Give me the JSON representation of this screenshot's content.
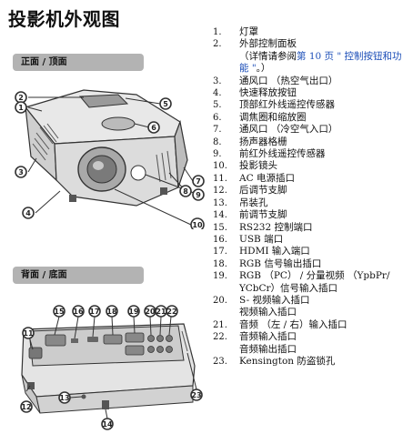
{
  "page": {
    "title": "投影机外观图"
  },
  "sections": {
    "front": "正面 / 顶面",
    "back": "背面 / 底面"
  },
  "front_callouts": [
    "1",
    "2",
    "3",
    "4",
    "5",
    "6",
    "7",
    "8",
    "9",
    "10"
  ],
  "back_callouts": [
    "11",
    "12",
    "13",
    "14",
    "15",
    "16",
    "17",
    "18",
    "19",
    "20",
    "21",
    "22",
    "23"
  ],
  "parts": [
    {
      "num": "1.",
      "label": "灯罩"
    },
    {
      "num": "2.",
      "label": "外部控制面板",
      "note_pre": "（详情请参阅",
      "note_link": "第 10 页 \" 控制按钮和功能 \"",
      "note_post": "。）"
    },
    {
      "num": "3.",
      "label": "通风口 （热空气出口）"
    },
    {
      "num": "4.",
      "label": "快速释放按钮"
    },
    {
      "num": "5.",
      "label": "顶部红外线遥控传感器"
    },
    {
      "num": "6.",
      "label": "调焦圈和缩放圈"
    },
    {
      "num": "7.",
      "label": "通风口 （冷空气入口）"
    },
    {
      "num": "8.",
      "label": "扬声器格栅"
    },
    {
      "num": "9.",
      "label": "前红外线遥控传感器"
    },
    {
      "num": "10.",
      "label": "投影镜头"
    },
    {
      "num": "11.",
      "label": "AC 电源插口"
    },
    {
      "num": "12.",
      "label": "后调节支脚"
    },
    {
      "num": "13.",
      "label": "吊装孔"
    },
    {
      "num": "14.",
      "label": "前调节支脚"
    },
    {
      "num": "15.",
      "label": "RS232 控制端口"
    },
    {
      "num": "16.",
      "label": "USB 端口"
    },
    {
      "num": "17.",
      "label": "HDMI 输入端口"
    },
    {
      "num": "18.",
      "label": "RGB 信号输出插口"
    },
    {
      "num": "19.",
      "label": "RGB （PC） / 分量视频 （YpbPr/",
      "label2": "YCbCr）信号输入插口"
    },
    {
      "num": "20.",
      "label": "S- 视频输入插口",
      "label2": "视频输入插口"
    },
    {
      "num": "21.",
      "label": "音频 （左 / 右）输入插口"
    },
    {
      "num": "22.",
      "label": "音频输入插口",
      "label2": "音频输出插口"
    },
    {
      "num": "23.",
      "label": "Kensington 防盗锁孔"
    }
  ]
}
